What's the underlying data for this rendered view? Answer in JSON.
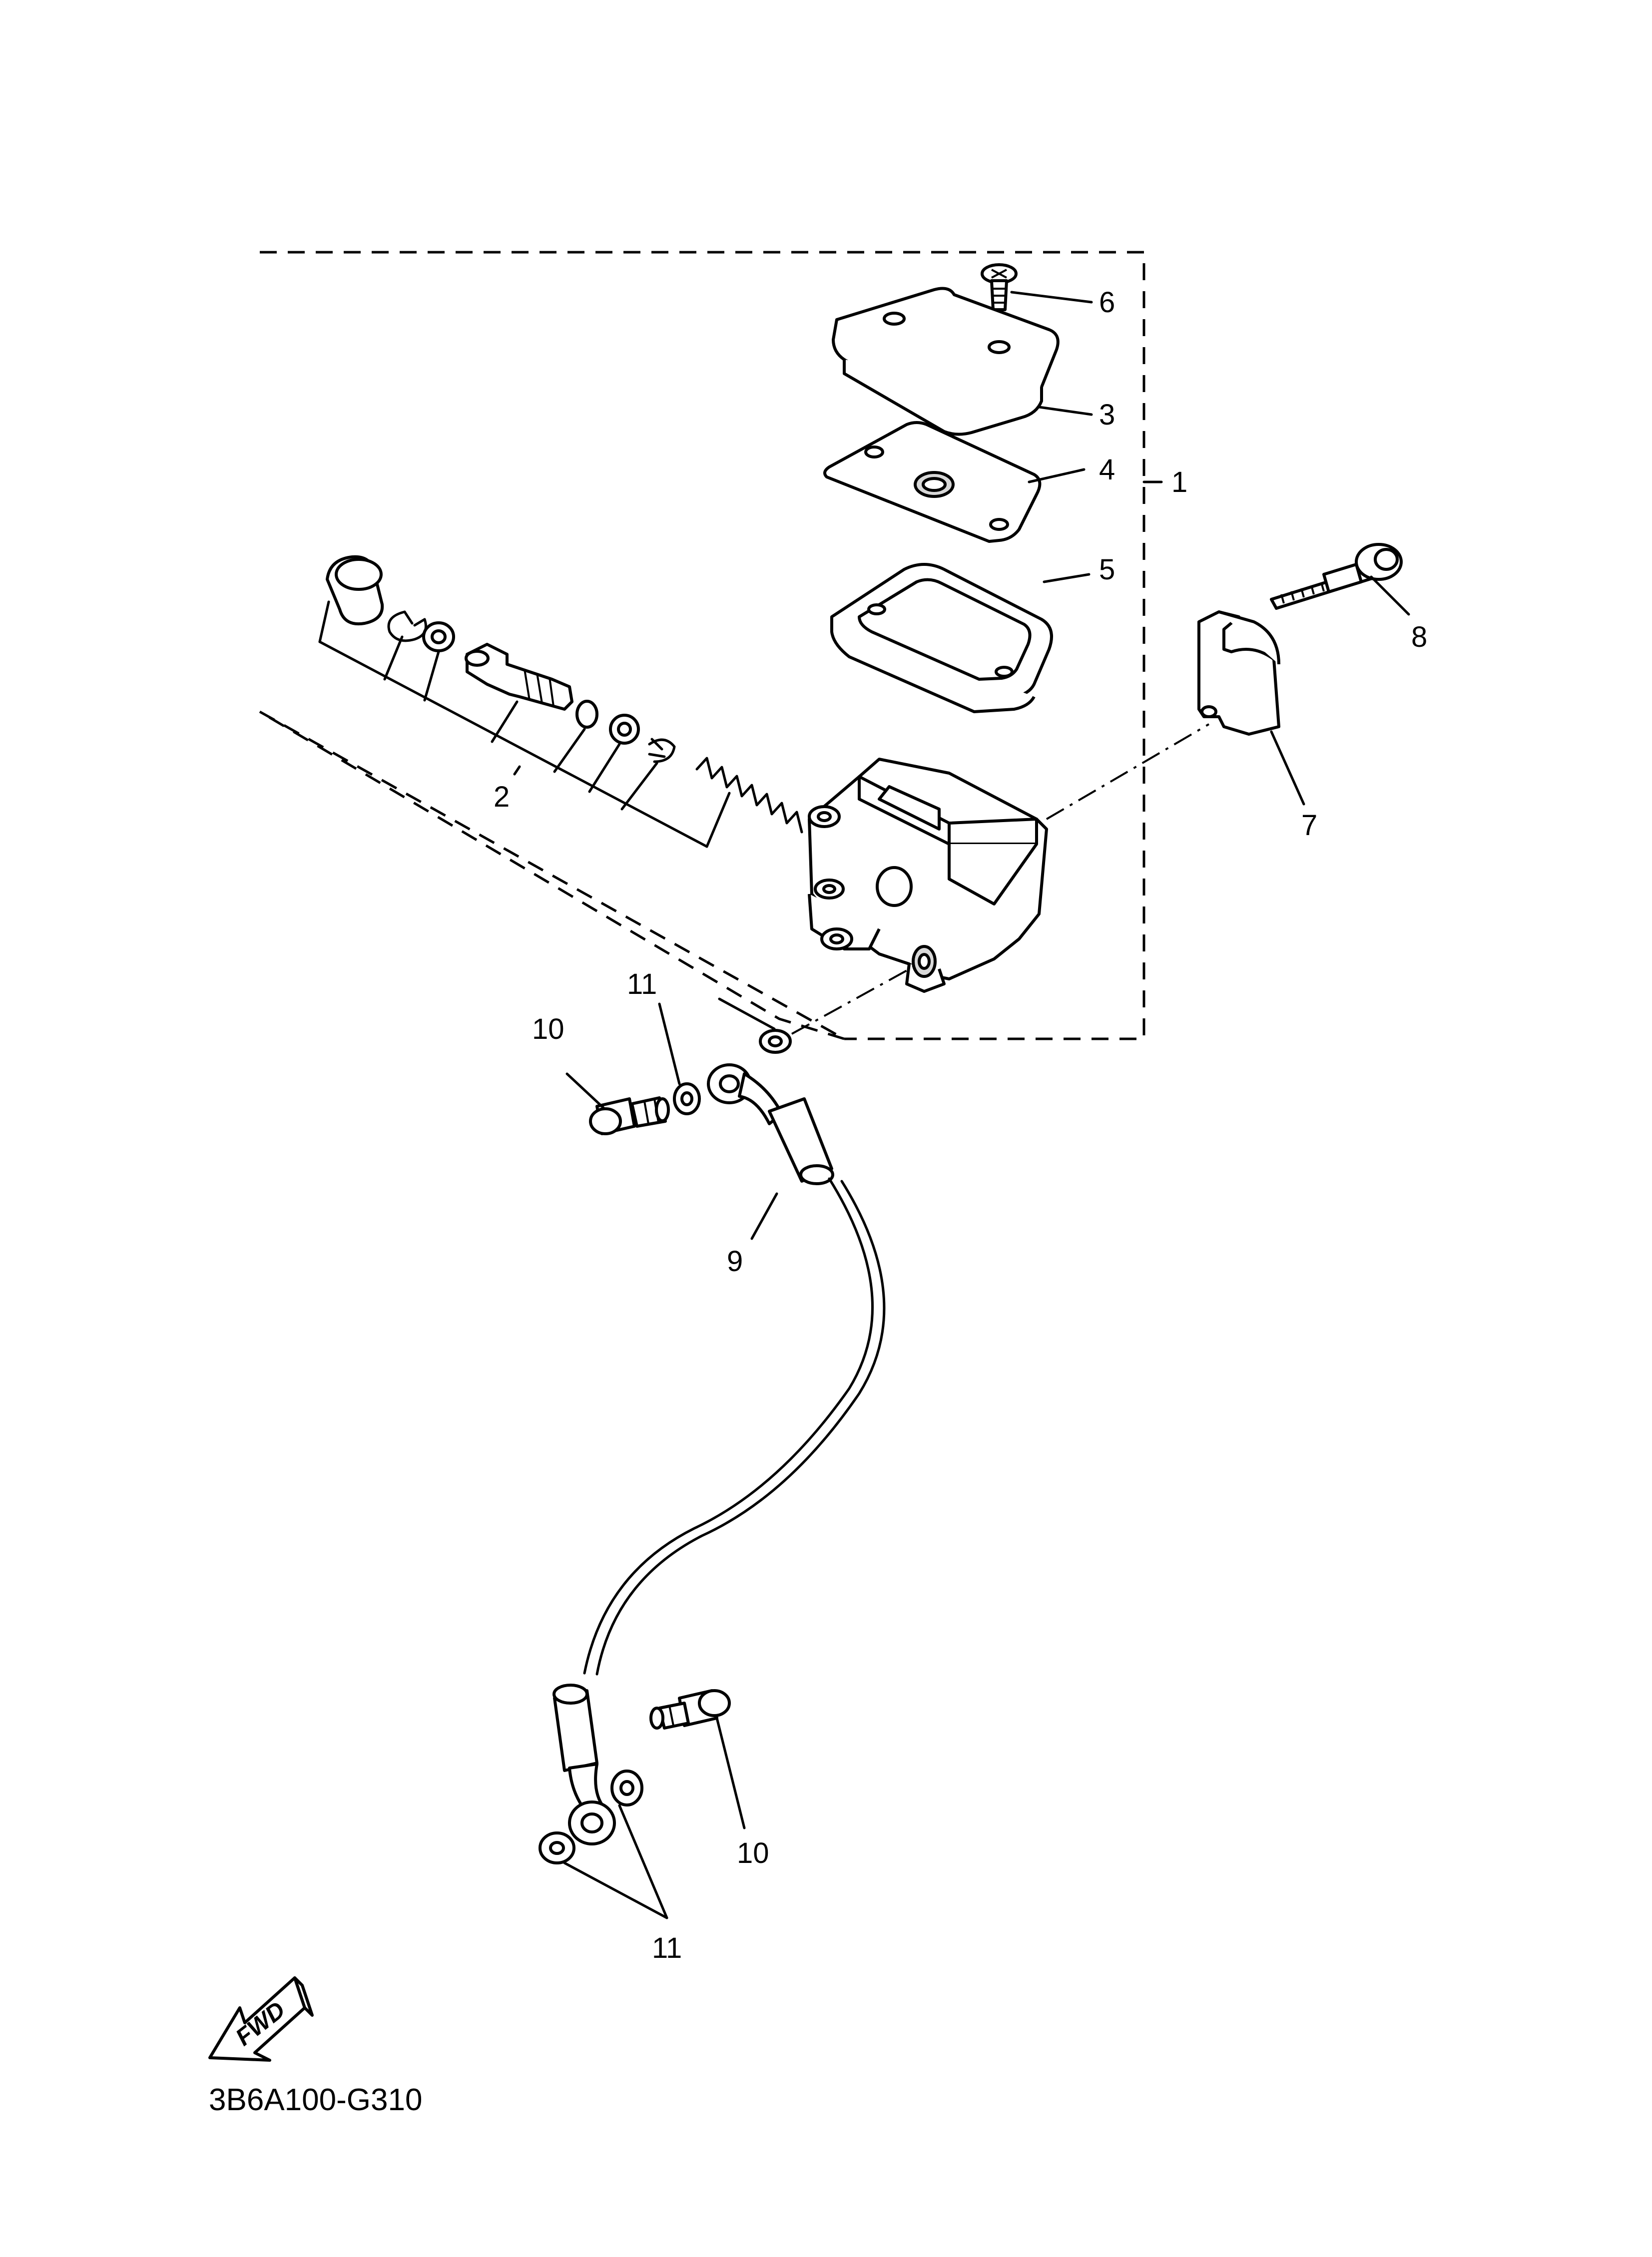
{
  "diagram": {
    "callouts": [
      {
        "id": "1",
        "label": "1"
      },
      {
        "id": "2",
        "label": "2"
      },
      {
        "id": "3",
        "label": "3"
      },
      {
        "id": "4",
        "label": "4"
      },
      {
        "id": "5",
        "label": "5"
      },
      {
        "id": "6",
        "label": "6"
      },
      {
        "id": "7",
        "label": "7"
      },
      {
        "id": "8",
        "label": "8"
      },
      {
        "id": "9",
        "label": "9"
      },
      {
        "id": "10a",
        "label": "10"
      },
      {
        "id": "10b",
        "label": "10"
      },
      {
        "id": "11a",
        "label": "11"
      },
      {
        "id": "11b",
        "label": "11"
      }
    ],
    "fwd_label": "FWD",
    "drawing_code": "3B6A100-G310"
  }
}
